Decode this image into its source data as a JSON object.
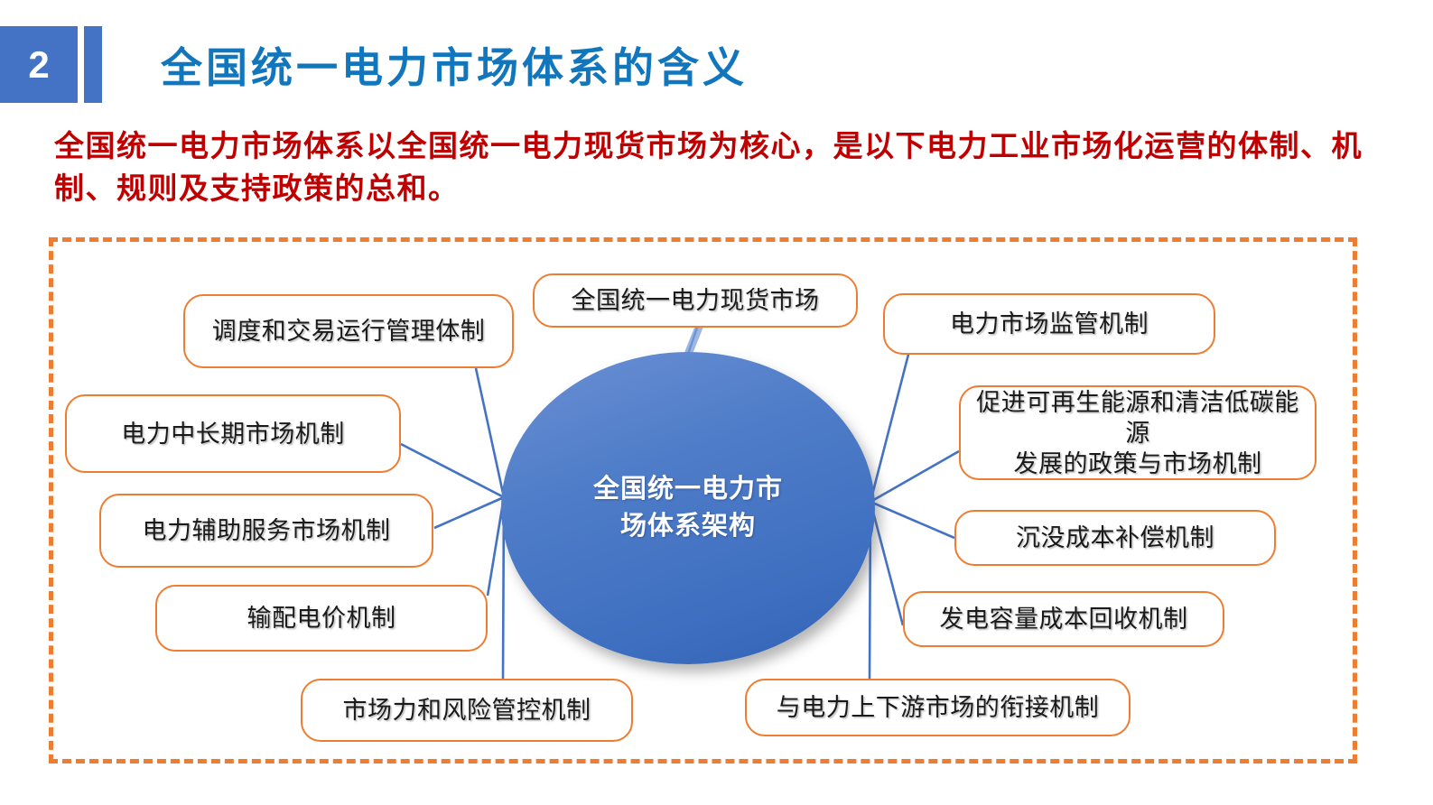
{
  "header": {
    "number": "2",
    "title": "全国统一电力市场体系的含义",
    "number_bg_color": "#4472C4",
    "title_color": "#1276BD"
  },
  "lead_paragraph": "全国统一电力市场体系以全国统一电力现货市场为核心，是以下电力工业市场化运营的体制、机制、规则及支持政策的总和。",
  "lead_color": "#C00000",
  "diagram": {
    "container_border_color": "#ED7D31",
    "node_border_color": "#ED7D31",
    "connector_color": "#4472C4",
    "center": {
      "label_line1": "全国统一电力市",
      "label_line2": "场体系架构",
      "fill_color": "#4472C4",
      "text_color": "#FFFFFF"
    },
    "nodes": [
      {
        "id": "spot-market",
        "label": "全国统一电力现货市场"
      },
      {
        "id": "dispatch-trading",
        "label": "调度和交易运行管理体制"
      },
      {
        "id": "midlong-market",
        "label": "电力中长期市场机制"
      },
      {
        "id": "ancillary-services",
        "label": "电力辅助服务市场机制"
      },
      {
        "id": "transmission-price",
        "label": "输配电价机制"
      },
      {
        "id": "market-power-risk",
        "label": "市场力和风险管控机制"
      },
      {
        "id": "market-regulation",
        "label": "电力市场监管机制"
      },
      {
        "id": "renewable-policy-l1",
        "label": "促进可再生能源和清洁低碳能源"
      },
      {
        "id": "renewable-policy-l2",
        "label": "发展的政策与市场机制"
      },
      {
        "id": "sunk-cost",
        "label": "沉没成本补偿机制"
      },
      {
        "id": "capacity-cost",
        "label": "发电容量成本回收机制"
      },
      {
        "id": "upstream-downstream",
        "label": "与电力上下游市场的衔接机制"
      }
    ]
  }
}
